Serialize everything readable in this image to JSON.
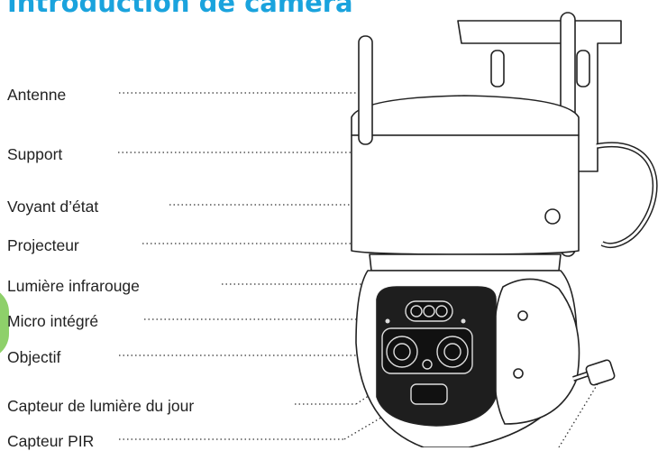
{
  "title": "Introduction de caméra",
  "labels": [
    {
      "key": "antenne",
      "text": "Antenne"
    },
    {
      "key": "support",
      "text": "Support"
    },
    {
      "key": "voyant",
      "text": "Voyant d’état"
    },
    {
      "key": "projecteur",
      "text": "Projecteur"
    },
    {
      "key": "infrarouge",
      "text": "Lumière infrarouge"
    },
    {
      "key": "micro",
      "text": "Micro intégré"
    },
    {
      "key": "objectif",
      "text": "Objectif"
    },
    {
      "key": "capteur_jour",
      "text": "Capteur de lumière du jour"
    },
    {
      "key": "capteur_pir",
      "text": "Capteur PIR"
    }
  ],
  "colors": {
    "title": "#1aa3dd",
    "accent_tab": "#8ed06a",
    "line": "#333333"
  }
}
